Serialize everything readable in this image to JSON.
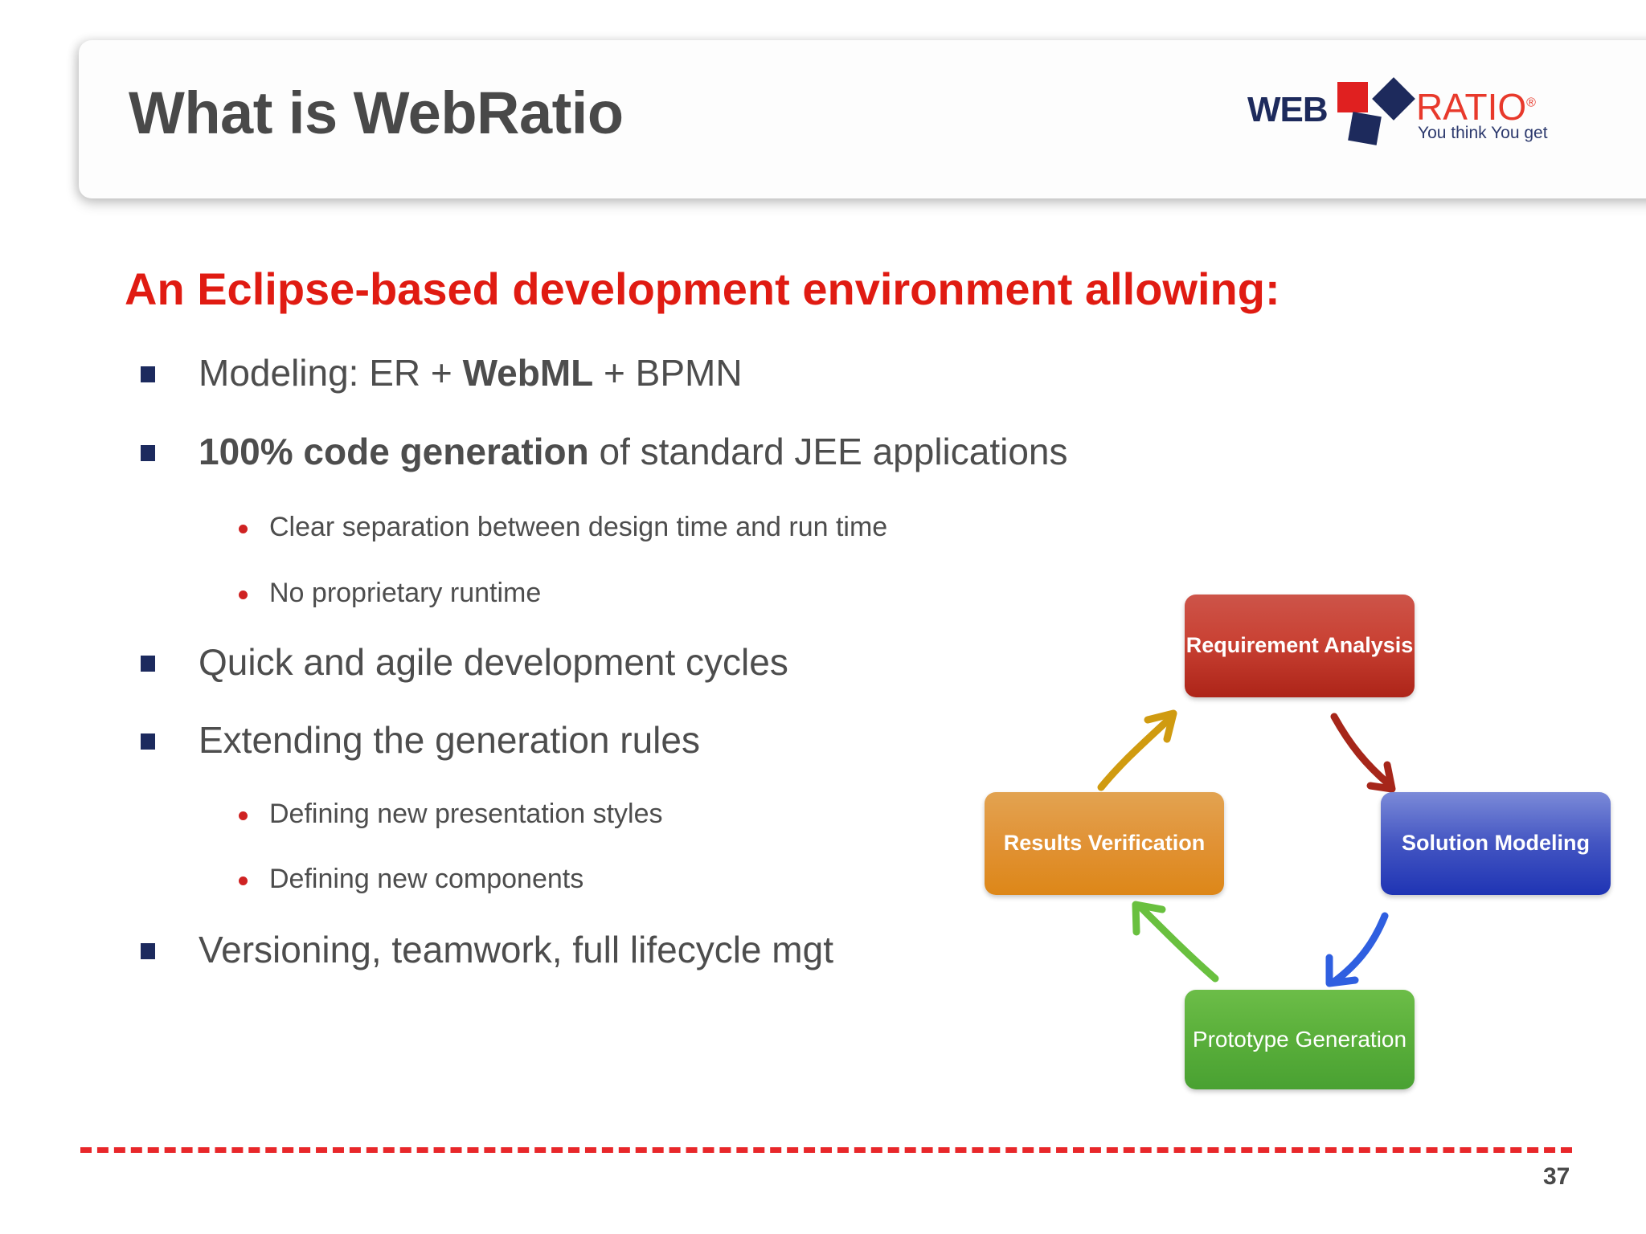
{
  "slide": {
    "title": "What is WebRatio",
    "page_number": "37"
  },
  "logo": {
    "web": "WEB",
    "ratio": "RATIO",
    "registered": "®",
    "tagline": "You think You get"
  },
  "content": {
    "heading": "An Eclipse-based development environment allowing:",
    "bullets": [
      {
        "level": 1,
        "parts": [
          {
            "text": "Modeling: ER + ",
            "bold": false
          },
          {
            "text": "WebML",
            "bold": true
          },
          {
            "text": " + BPMN",
            "bold": false
          }
        ],
        "plain": "Modeling: ER + WebML + BPMN"
      },
      {
        "level": 1,
        "parts": [
          {
            "text": "100% code generation",
            "bold": true
          },
          {
            "text": " of standard JEE applications",
            "bold": false
          }
        ],
        "plain": "100% code generation of standard JEE applications"
      },
      {
        "level": 2,
        "plain": "Clear separation between design time and run time"
      },
      {
        "level": 2,
        "plain": "No proprietary runtime"
      },
      {
        "level": 1,
        "plain": "Quick and agile development cycles"
      },
      {
        "level": 1,
        "plain": "Extending the generation rules"
      },
      {
        "level": 2,
        "plain": "Defining new presentation styles"
      },
      {
        "level": 2,
        "plain": "Defining new components"
      },
      {
        "level": 1,
        "plain": "Versioning, teamwork, full lifecycle mgt"
      }
    ]
  },
  "diagram": {
    "type": "cycle",
    "nodes": [
      {
        "id": "requirement-analysis",
        "label": "Requirement Analysis",
        "color": "#c94234",
        "position": "top"
      },
      {
        "id": "solution-modeling",
        "label": "Solution Modeling",
        "color": "#3246bd",
        "position": "right"
      },
      {
        "id": "prototype-generation",
        "label": "Prototype Generation",
        "color": "#5bb03b",
        "position": "bottom"
      },
      {
        "id": "results-verification",
        "label": "Results Verification",
        "color": "#e19235",
        "position": "left"
      }
    ],
    "arrows": [
      {
        "from": "requirement-analysis",
        "to": "solution-modeling",
        "color": "#a6261a"
      },
      {
        "from": "solution-modeling",
        "to": "prototype-generation",
        "color": "#2f5fe0"
      },
      {
        "from": "prototype-generation",
        "to": "results-verification",
        "color": "#69c03f"
      },
      {
        "from": "results-verification",
        "to": "requirement-analysis",
        "color": "#d09b10"
      }
    ]
  },
  "colors": {
    "heading_red": "#e01b12",
    "bullet_navy": "#1c2a5e",
    "subbullet_red": "#cf2222",
    "body_gray": "#4d4d4d",
    "rule_red": "#e8272a"
  }
}
